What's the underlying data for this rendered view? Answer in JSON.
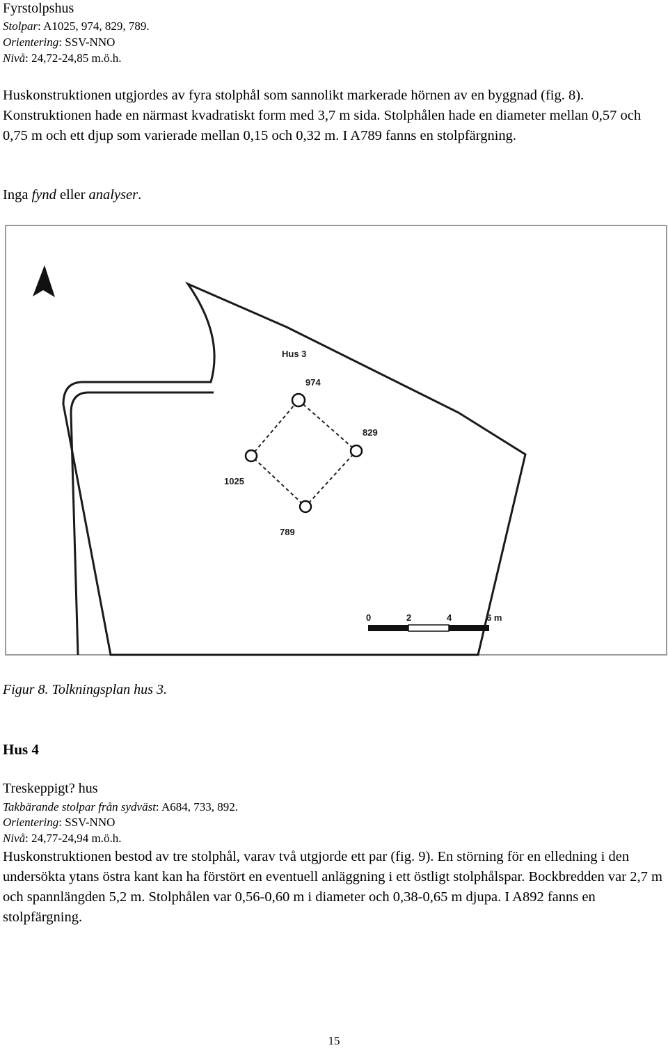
{
  "hus3": {
    "title": "Fyrstolpshus",
    "stolpar_label": "Stolpar",
    "stolpar_value": ": A1025, 974, 829, 789.",
    "orientering_label": "Orientering",
    "orientering_value": ": SSV-NNO",
    "niva_label": "Nivå",
    "niva_value": ": 24,72-24,85 m.ö.h.",
    "paragraph": "Huskonstruktionen utgjordes av fyra stolphål som sannolikt markerade hörnen av en byggnad (fig. 8). Konstruktionen hade en närmast kvadratiskt form med 3,7 m sida. Stolphålen hade en diameter mellan 0,57 och 0,75 m och ett djup som varierade mellan 0,15 och 0,32 m. I A789 fanns en stolpfärgning.",
    "inga_prefix": "Inga ",
    "fynd": "fynd",
    "eller": " eller ",
    "analyser": "analyser",
    "period": "."
  },
  "figure": {
    "hus_label": "Hus 3",
    "posts": [
      "974",
      "829",
      "1025",
      "789"
    ],
    "scale_ticks": [
      "0",
      "2",
      "4",
      "6 m"
    ],
    "caption": "Figur 8. Tolkningsplan hus 3."
  },
  "hus4": {
    "heading": "Hus 4",
    "type_text": "Treskeppigt? hus",
    "stolpar_label": "Takbärande stolpar från sydväst",
    "stolpar_value": ": A684, 733, 892.",
    "orientering_label": "Orientering",
    "orientering_value": ": SSV-NNO",
    "niva_label": "Nivå",
    "niva_value": ": 24,77-24,94 m.ö.h.",
    "paragraph": "Huskonstruktionen bestod av tre stolphål, varav två utgjorde ett par (fig. 9). En störning för en elledning i den undersökta ytans östra kant kan ha förstört en eventuell anläggning i ett östligt stolphålspar. Bockbredden var 2,7 m och spannlängden 5,2 m. Stolphålen var 0,56-0,60 m i diameter och 0,38-0,65 m djupa. I A892 fanns en stolpfärgning."
  },
  "page_number": "15"
}
